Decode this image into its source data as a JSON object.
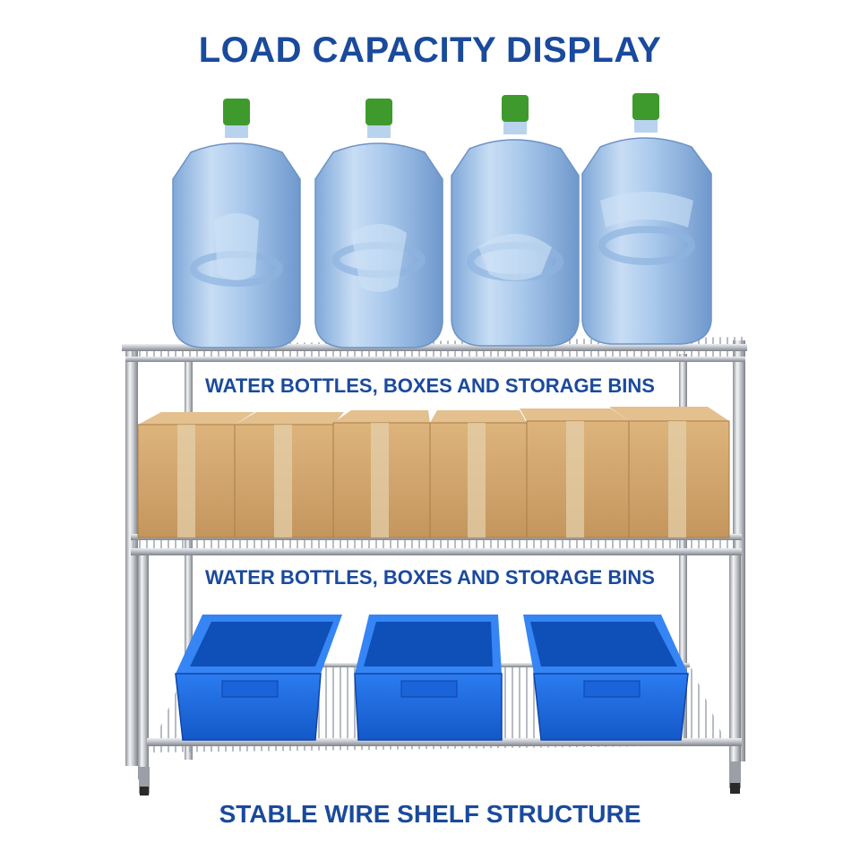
{
  "title": "LOAD CAPACITY DISPLAY",
  "shelf_labels": [
    "WATER BOTTLES, BOXES AND STORAGE BINS",
    "WATER BOTTLES, BOXES AND STORAGE BINS"
  ],
  "footer": "STABLE WIRE SHELF STRUCTURE",
  "colors": {
    "text": "#1a4a9c",
    "bottle": "#a9c9ec",
    "cap": "#3f9a2e",
    "box": "#d2a66e",
    "bin": "#1e6ee6",
    "chrome": "#c9ccd1"
  },
  "items": {
    "bottles": 4,
    "boxes": 6,
    "bins": 3
  }
}
